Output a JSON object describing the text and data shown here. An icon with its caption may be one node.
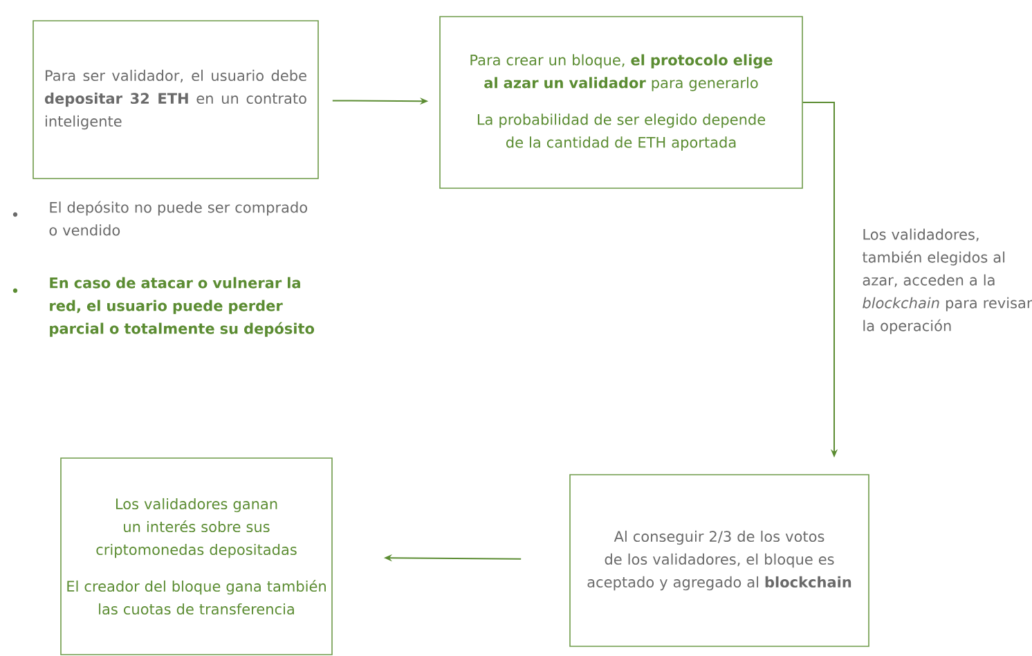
{
  "diagram": {
    "nodes": [
      {
        "text": [
          "Para ser validador, el usuario debe **depositar 32 ETH** en un contrato inteligente"
        ]
      },
      {
        "text": [
          "Para crear un bloque, **el protocolo elige al azar un validador** para generarlo",
          "La probabilidad de ser elegido depende de la cantidad de ETH aportada"
        ]
      },
      {
        "text": [
          "Al conseguir 2/3 de los votos de los validadores, el bloque es aceptado y agregado al **blockchain**"
        ]
      },
      {
        "text": [
          "Los validadores ganan un interés sobre sus criptomonedas depositadas",
          "El creador del bloque gana también las cuotas de transferencia"
        ]
      }
    ],
    "edges": [
      {
        "from": 0,
        "to": 1,
        "arrow": "to"
      },
      {
        "from": 1,
        "to": 2,
        "arrow": "to",
        "label": "Los validadores, también elegidos al azar, acceden a la *blockchain* para revisar la operación"
      },
      {
        "from": 2,
        "to": 3,
        "arrow": "to"
      }
    ],
    "labels": [
      "El depósito no puede ser comprado o vendido",
      "En caso de atacar o vulnerar la red, el usuario puede perder parcial o totalmente su depósito"
    ]
  }
}
